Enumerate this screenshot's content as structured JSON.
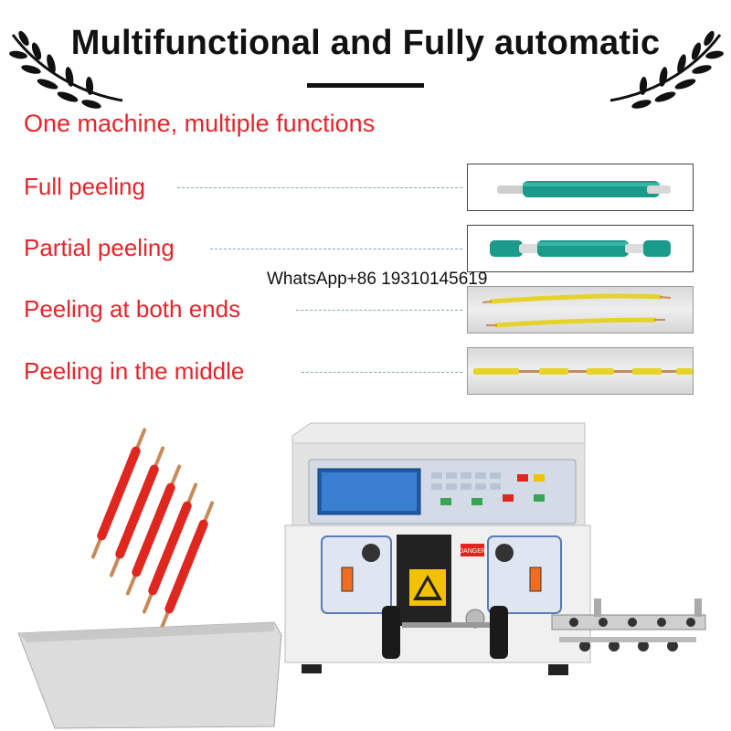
{
  "headline": "Multifunctional and Fully automatic",
  "subtitle": "One machine, multiple functions",
  "features": [
    {
      "label": "Full peeling"
    },
    {
      "label": "Partial peeling"
    },
    {
      "label": "Peeling at both ends"
    },
    {
      "label": "Peeling in the middle"
    }
  ],
  "watermark": "WhatsApp+86 19310145619",
  "machine": {
    "warning_label": "DANGER"
  },
  "colors": {
    "accent_red": "#e8232b",
    "headline": "#111111",
    "cable_green": "#1a9a8a",
    "wire_yellow": "#e6d32a",
    "copper": "#c98a5a",
    "wire_red": "#e0271f"
  },
  "icons": [
    "laurel-left-icon",
    "laurel-right-icon",
    "warning-triangle-icon"
  ]
}
